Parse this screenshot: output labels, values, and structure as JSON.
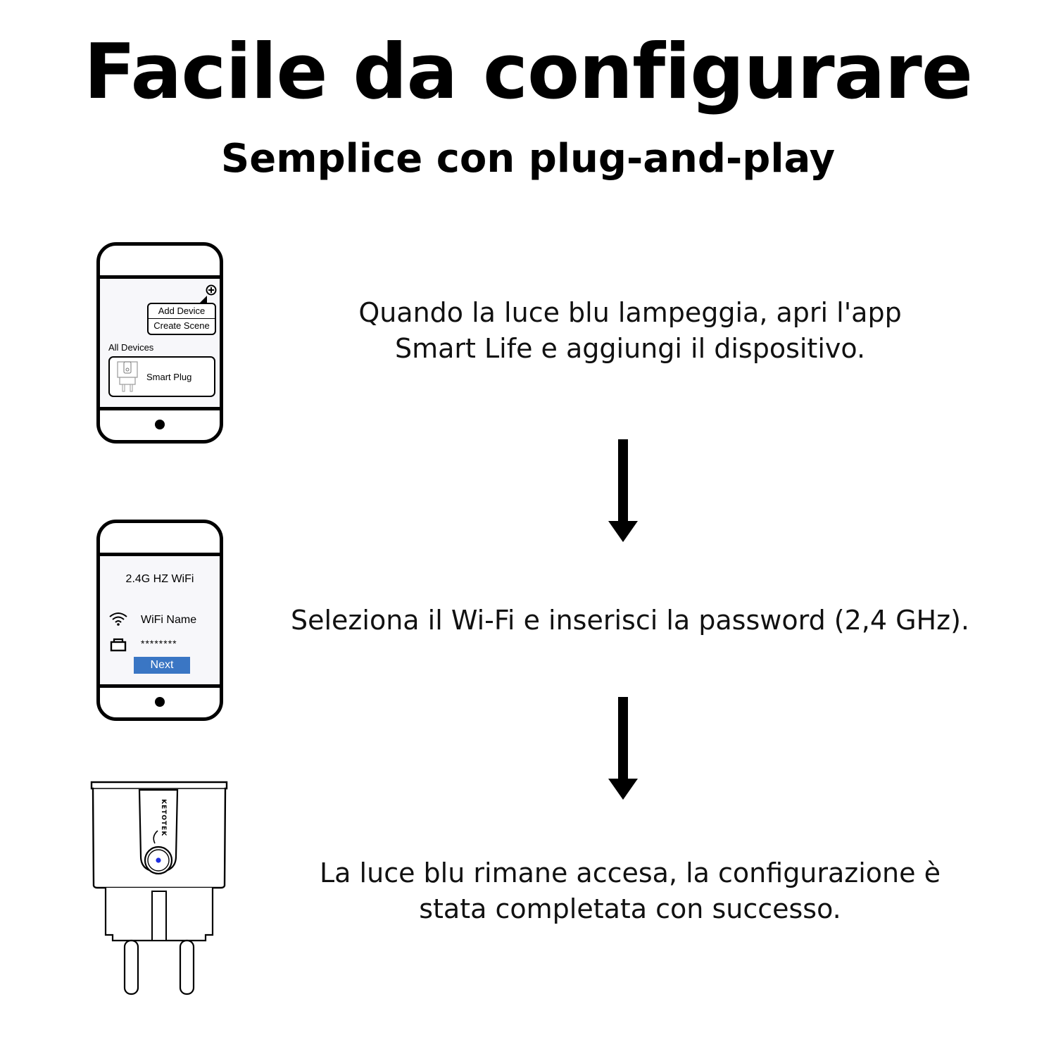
{
  "header": {
    "title": "Facile da configurare",
    "subtitle": "Semplice con plug-and-play"
  },
  "steps": [
    {
      "text_line1": "Quando la luce blu lampeggia, apri l'app",
      "text_line2": "Smart Life e aggiungi il dispositivo."
    },
    {
      "text_line1": "Seleziona il Wi-Fi e inserisci la password (2,4 GHz)."
    },
    {
      "text_line1": "La luce blu rimane accesa, la configurazione è",
      "text_line2": "stata completata con successo."
    }
  ],
  "phone1": {
    "menu": [
      "Add Device",
      "Create Scene"
    ],
    "section_label": "All Devices",
    "device_name": "Smart Plug"
  },
  "phone2": {
    "title": "2.4G HZ WiFi",
    "wifi_name": "WiFi Name",
    "password_mask": "********",
    "next_label": "Next"
  },
  "plug": {
    "brand": "KETOTEK"
  },
  "colors": {
    "accent": "#3a76c4",
    "indicator": "#1e2fe0"
  }
}
